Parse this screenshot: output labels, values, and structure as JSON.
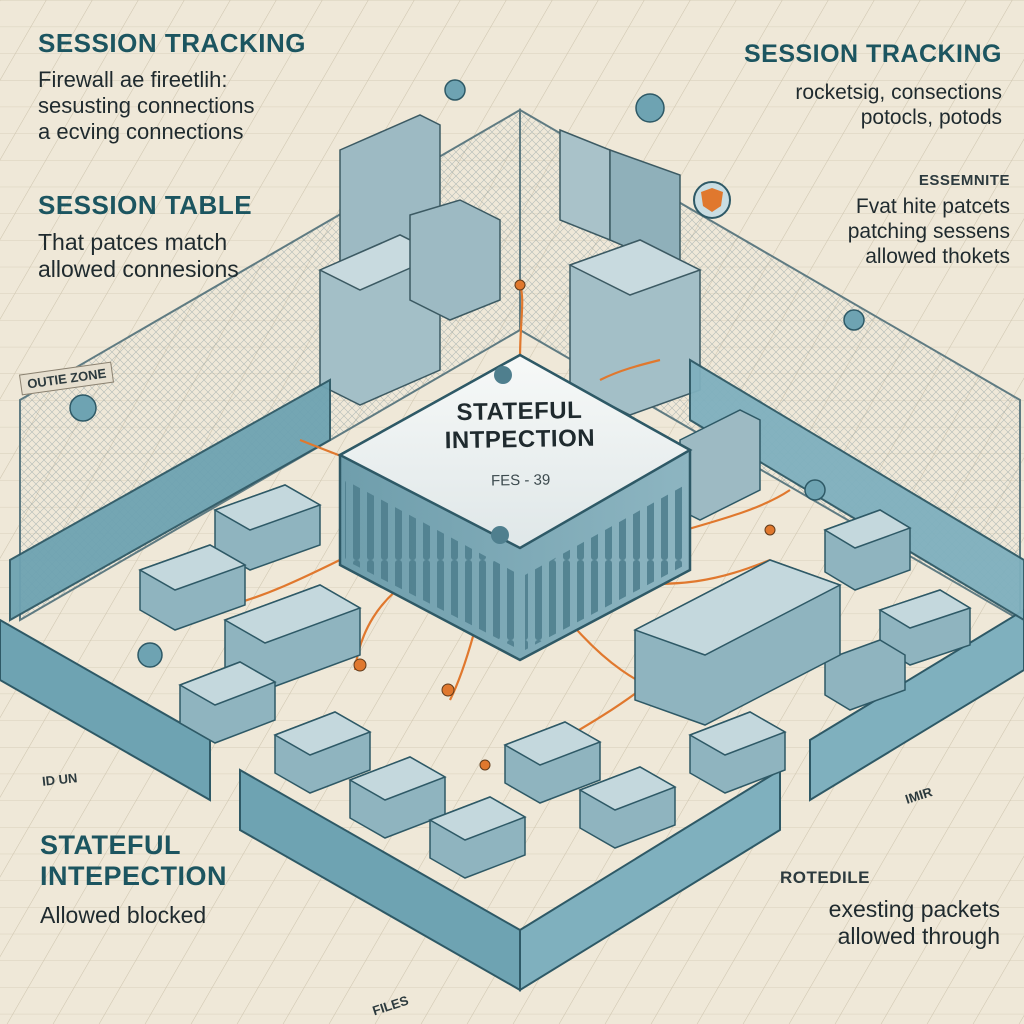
{
  "top_left": {
    "title": "SESSION TRACKING",
    "lines": [
      "Firewall ae fireetlih:",
      "sesusting connections",
      "a ecving connections"
    ]
  },
  "session_table": {
    "title": "SESSION TABLE",
    "lines": [
      "That patces match",
      "allowed connesions"
    ]
  },
  "zone_tag": "OUTIE ZONE",
  "top_right": {
    "title": "SESSION TRACKING",
    "lines": [
      "rocketsig, consections",
      "potocls, potods"
    ]
  },
  "mid_right": {
    "title": "ESSEMNITE",
    "lines": [
      "Fvat hite patcets",
      "patching sessens",
      "allowed thokets"
    ]
  },
  "center_device": {
    "title_line1": "STATEFUL",
    "title_line2": "INTPECTION",
    "model": "FES - 39"
  },
  "bottom_left": {
    "title_line1": "STATEFUL",
    "title_line2": "INTEPECTION",
    "sub": "Allowed  blocked"
  },
  "bottom_right": {
    "title": "ROTEDILE",
    "lines": [
      "exesting packets",
      "allowed through"
    ]
  },
  "small_tags": [
    "ID UN",
    "IMIR",
    "FILES"
  ],
  "colors": {
    "background": "#efe8d8",
    "wall": "#6ea3b2",
    "device": "#8fb4bf",
    "cable": "#e0782e",
    "heading": "#1c5560"
  }
}
